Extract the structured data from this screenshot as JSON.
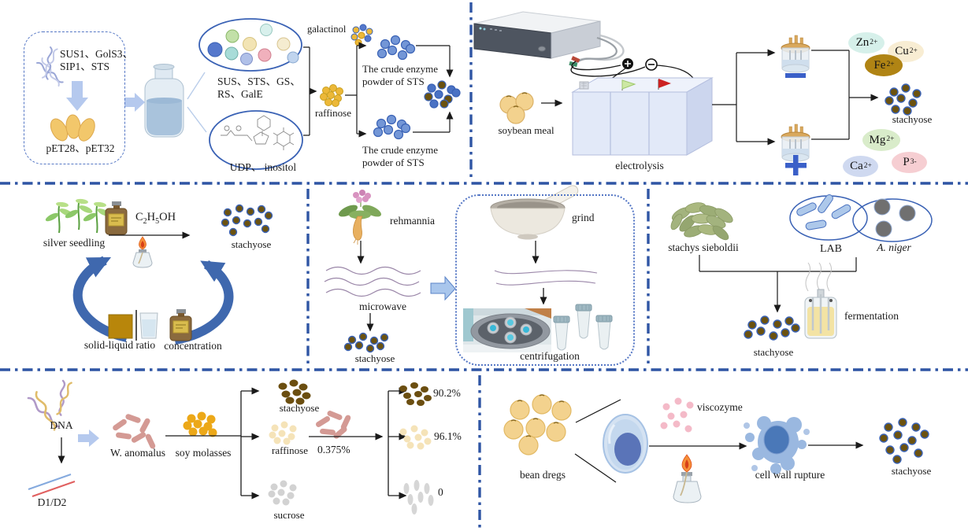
{
  "colors": {
    "divider_blue": "#2f55a4",
    "ellipse_outline_blue": "#3a62b5",
    "stachyose_dot_brown": "#6b5210",
    "block_arrow_blue": "#b5c9ee",
    "cycle_arrow_blue": "#3f68ae",
    "soy_molasses_gold": "#eca818",
    "rod_pink": "#d49a94"
  },
  "panel_enzymatic_synthesis": {
    "gene_list": "SUS1、GolS3、\nSIP1、STS",
    "plasmids": "pET28、pET32",
    "enzyme_list": "SUS、STS、GS、\nRS、GalE",
    "udp_inositol": "UDP、 inositol",
    "galactinol": "galactinol",
    "raffinose": "raffinose",
    "crude_enzyme_top": "The crude enzyme\npowder of STS",
    "crude_enzyme_bottom": "The crude enzyme\npowder of STS"
  },
  "panel_electrolysis": {
    "soybean_meal": "soybean meal",
    "electrolysis": "electrolysis",
    "stachyose": "stachyose",
    "ions": [
      {
        "element": "Zn",
        "charge": "2+",
        "bg": "#d6f0ea"
      },
      {
        "element": "Cu",
        "charge": "2+",
        "bg": "#f8edd3"
      },
      {
        "element": "Fe",
        "charge": "2+",
        "bg": "#b08414"
      },
      {
        "element": "Mg",
        "charge": "2+",
        "bg": "#d9ecca"
      },
      {
        "element": "Ca",
        "charge": "2+",
        "bg": "#cfd9f0"
      },
      {
        "element": "P",
        "charge": "3-",
        "bg": "#f6ced2"
      }
    ]
  },
  "panel_extraction": {
    "silver_seedling": "silver seedling",
    "ethanol_c": "C",
    "ethanol_2": "2",
    "ethanol_h": "H",
    "ethanol_5": "5",
    "ethanol_oh": "OH",
    "stachyose": "stachyose",
    "solid_liquid_ratio": "solid-liquid ratio",
    "concentration": "concentration"
  },
  "panel_microwave": {
    "rehmannia": "rehmannia",
    "microwave": "microwave",
    "stachyose": "stachyose",
    "grind": "grind",
    "centrifugation": "centrifugation"
  },
  "panel_fermentation": {
    "stachys_sieboldii": "stachys sieboldii",
    "lab": "LAB",
    "a_niger": "A. niger",
    "fermentation": "fermentation",
    "stachyose": "stachyose"
  },
  "panel_yeast": {
    "dna": "DNA",
    "d1_d2": "D1/D2",
    "w_anomalus": "W. anomalus",
    "soy_molasses": "soy molasses",
    "stachyose": "stachyose",
    "raffinose": "raffinose",
    "sucrose": "sucrose",
    "dose": "0.375%",
    "stachyose_pct": "90.2%",
    "raffinose_pct": "96.1%",
    "sucrose_pct": "0"
  },
  "panel_enzymolysis": {
    "bean_dregs": "bean dregs",
    "viscozyme": "viscozyme",
    "cell_wall_rupture": "cell wall rupture",
    "stachyose": "stachyose"
  }
}
